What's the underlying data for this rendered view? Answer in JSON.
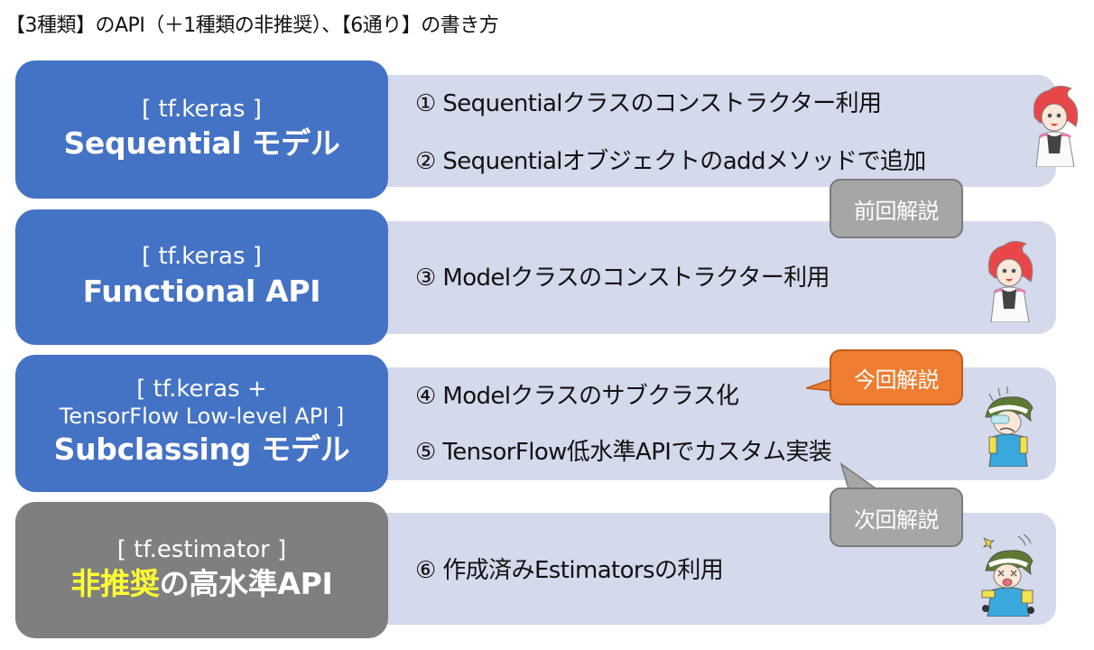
{
  "page": {
    "title": "【3種類】のAPI（＋1種類の非推奨）、【6通り】の書き方"
  },
  "colors": {
    "api_box_blue": "#4472c4",
    "api_box_gray": "#7f7f7f",
    "panel_bg": "#d4d9eb",
    "callout_gray": "#a6a6a6",
    "callout_orange": "#ed7d31",
    "deprecated_highlight": "#ffff33"
  },
  "rows": [
    {
      "module": "[ tf.keras ]",
      "name": "Sequential モデル",
      "methods": [
        "① Sequentialクラスのコンストラクター利用",
        "② Sequentialオブジェクトのaddメソッドで追加"
      ],
      "character": "red-haired-girl-icon"
    },
    {
      "module": "[ tf.keras ]",
      "name": "Functional API",
      "methods": [
        "③ Modelクラスのコンストラクター利用"
      ],
      "character": "red-haired-girl-icon"
    },
    {
      "module_line1": "[ tf.keras +",
      "module_line2": "TensorFlow Low-level API ]",
      "name": "Subclassing モデル",
      "methods": [
        "④ Modelクラスのサブクラス化",
        "⑤ TensorFlow低水準APIでカスタム実装"
      ],
      "character": "green-haired-engineer-icon"
    },
    {
      "module": "[ tf.estimator ]",
      "name_highlight": "非推奨",
      "name_rest": "の高水準API",
      "methods": [
        "⑥ 作成済みEstimatorsの利用"
      ],
      "character": "dizzy-engineer-icon"
    }
  ],
  "callouts": {
    "previous": "前回解説",
    "current": "今回解説",
    "next": "次回解説"
  }
}
